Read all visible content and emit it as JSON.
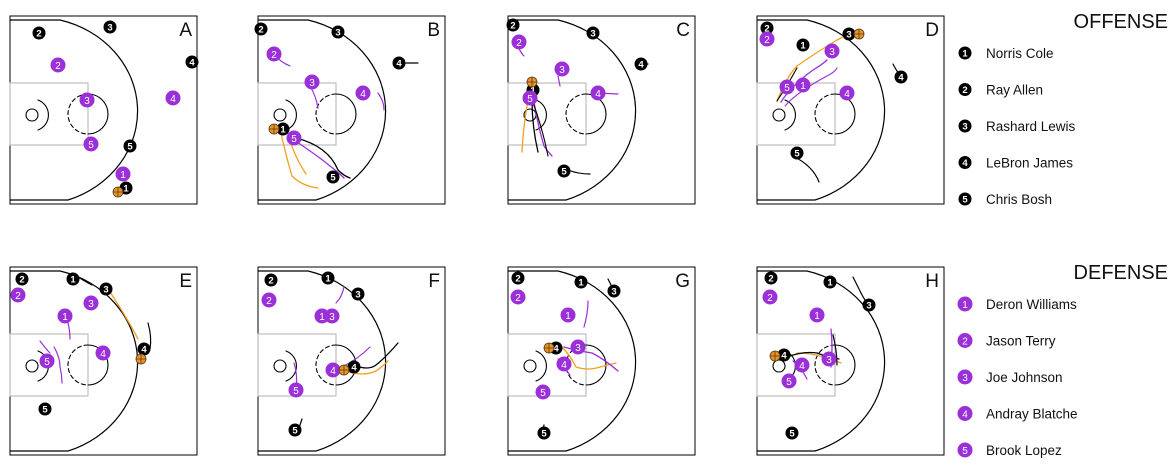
{
  "colors": {
    "offense": "#000000",
    "defense_fill": "#9b30d9",
    "defense_trail": "#9b30d9",
    "ball": "#e8952c",
    "ball_trail": "#f0a020",
    "court_line": "#000000",
    "lane_line": "#bdbdbd"
  },
  "legend": {
    "offense_title": "OFFENSE",
    "defense_title": "DEFENSE",
    "offense": [
      {
        "num": "1",
        "name": "Norris Cole"
      },
      {
        "num": "2",
        "name": "Ray Allen"
      },
      {
        "num": "3",
        "name": "Rashard Lewis"
      },
      {
        "num": "4",
        "name": "LeBron James"
      },
      {
        "num": "5",
        "name": "Chris Bosh"
      }
    ],
    "defense": [
      {
        "num": "1",
        "name": "Deron Williams"
      },
      {
        "num": "2",
        "name": "Jason Terry"
      },
      {
        "num": "3",
        "name": "Joe Johnson"
      },
      {
        "num": "4",
        "name": "Andray Blatche"
      },
      {
        "num": "5",
        "name": "Brook Lopez"
      }
    ]
  },
  "panels": [
    {
      "label": "A"
    },
    {
      "label": "B"
    },
    {
      "label": "C"
    },
    {
      "label": "D"
    },
    {
      "label": "E"
    },
    {
      "label": "F"
    },
    {
      "label": "G"
    },
    {
      "label": "H"
    }
  ]
}
